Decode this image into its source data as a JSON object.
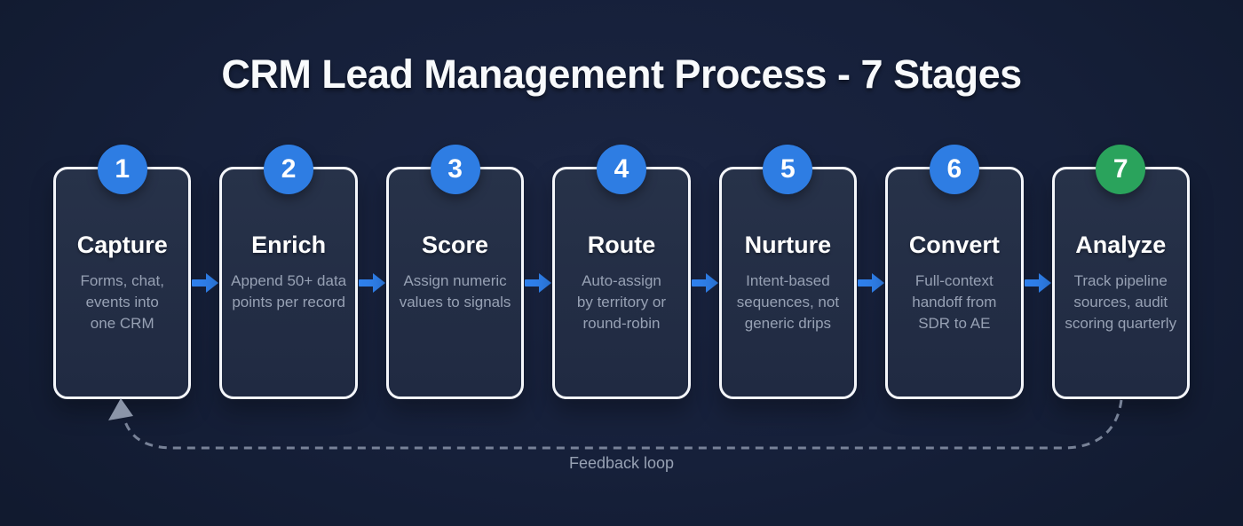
{
  "title": "CRM Lead Management Process - 7 Stages",
  "colors": {
    "background": "#16203a",
    "card_bg": "#232e48",
    "card_border": "#f4f6fa",
    "badge_blue": "#2e7de3",
    "badge_green": "#2aa35c",
    "arrow_blue": "#2f80ec",
    "title_text": "#f8fafc",
    "stage_title_text": "#ffffff",
    "stage_desc_text": "#97a1b4",
    "feedback_line": "#7d889d",
    "feedback_text": "#97a1b3"
  },
  "stages": [
    {
      "number": "1",
      "title": "Capture",
      "description": "Forms, chat, events into one CRM",
      "badge_color": "#2e7de3"
    },
    {
      "number": "2",
      "title": "Enrich",
      "description": "Append 50+ data points per record",
      "badge_color": "#2e7de3"
    },
    {
      "number": "3",
      "title": "Score",
      "description": "Assign numeric values to signals",
      "badge_color": "#2e7de3"
    },
    {
      "number": "4",
      "title": "Route",
      "description": "Auto-assign by territory or round-robin",
      "badge_color": "#2e7de3"
    },
    {
      "number": "5",
      "title": "Nurture",
      "description": "Intent-based sequences, not generic drips",
      "badge_color": "#2e7de3"
    },
    {
      "number": "6",
      "title": "Convert",
      "description": "Full-context handoff from SDR to AE",
      "badge_color": "#2e7de3"
    },
    {
      "number": "7",
      "title": "Analyze",
      "description": "Track pipeline sources, audit scoring quarterly",
      "badge_color": "#2aa35c"
    }
  ],
  "feedback": {
    "label": "Feedback loop"
  }
}
